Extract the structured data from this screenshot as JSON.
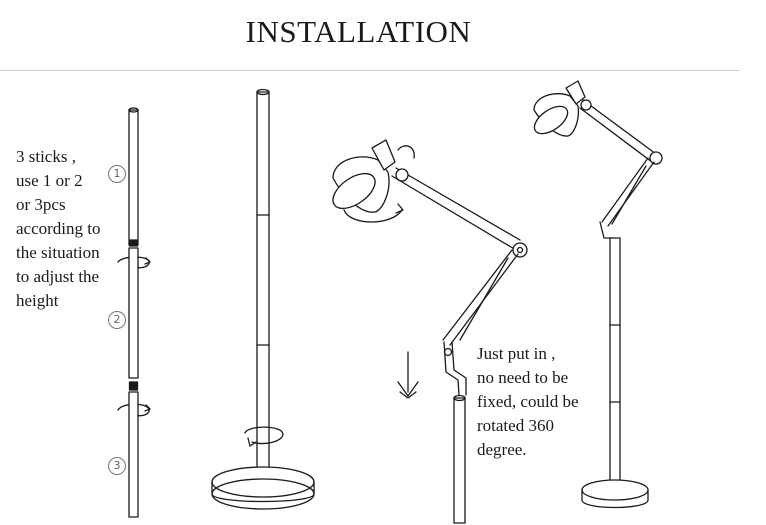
{
  "title": "INSTALLATION",
  "left_note": [
    "3 sticks ,",
    "use 1 or 2",
    "or 3pcs",
    "according to",
    "the situation",
    "to adjust the",
    "height"
  ],
  "right_note": [
    "Just put in ,",
    "no need to be",
    "fixed, could be",
    "rotated 360",
    "degree."
  ],
  "stick_numbers": [
    "1",
    "2",
    "3"
  ],
  "colors": {
    "line": "#1a1a1a",
    "divider": "#cfcfcf",
    "background": "#ffffff"
  }
}
